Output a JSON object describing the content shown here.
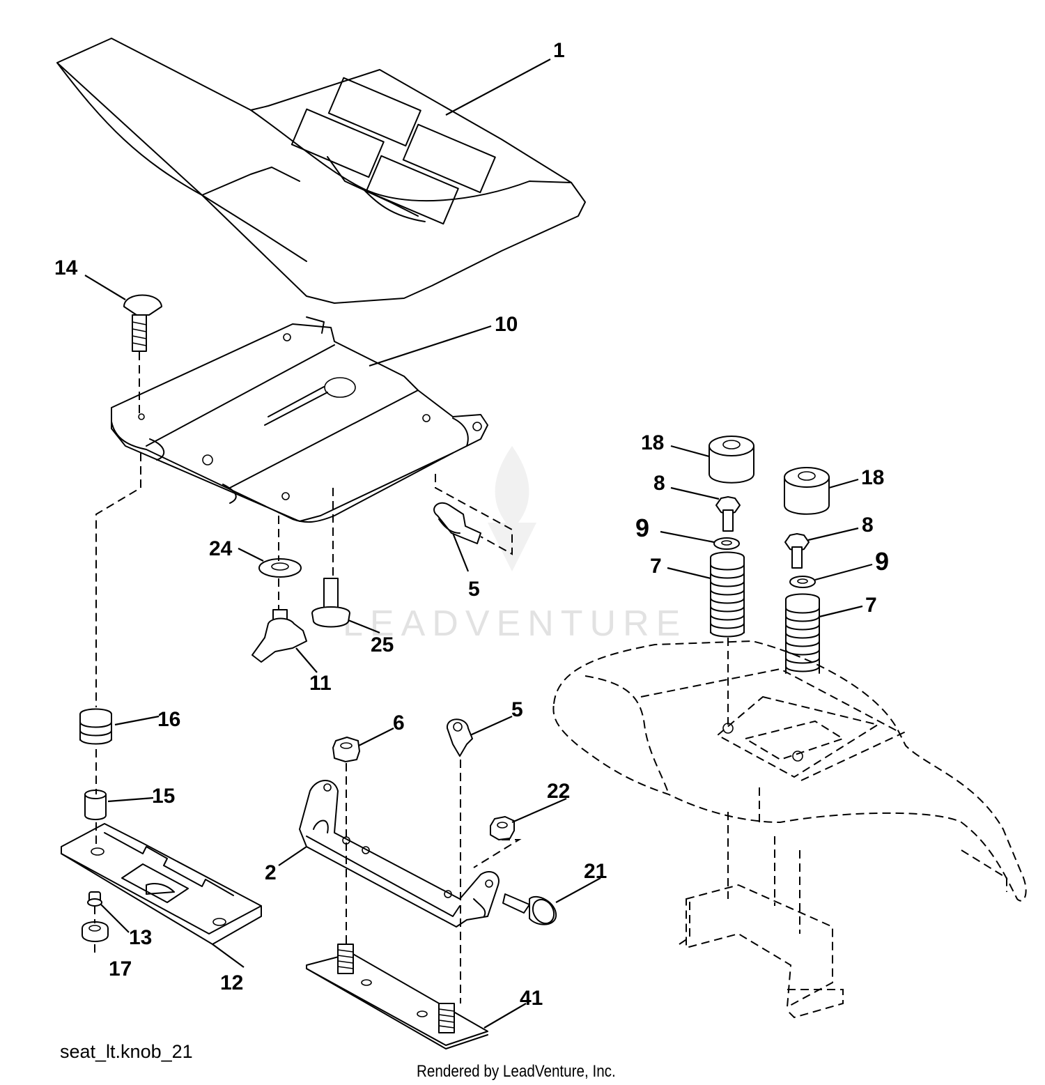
{
  "diagram": {
    "drawing_id": "seat_lt.knob_21",
    "credit": "Rendered by LeadVenture, Inc.",
    "watermark": "LEADVENTURE",
    "callouts": [
      {
        "part": "1",
        "label": "1"
      },
      {
        "part": "14",
        "label": "14"
      },
      {
        "part": "10",
        "label": "10"
      },
      {
        "part": "18",
        "label": "18"
      },
      {
        "part": "18",
        "label": "18"
      },
      {
        "part": "8",
        "label": "8"
      },
      {
        "part": "8",
        "label": "8"
      },
      {
        "part": "9",
        "label": "9"
      },
      {
        "part": "9",
        "label": "9"
      },
      {
        "part": "7",
        "label": "7"
      },
      {
        "part": "7",
        "label": "7"
      },
      {
        "part": "24",
        "label": "24"
      },
      {
        "part": "5",
        "label": "5"
      },
      {
        "part": "25",
        "label": "25"
      },
      {
        "part": "11",
        "label": "11"
      },
      {
        "part": "16",
        "label": "16"
      },
      {
        "part": "6",
        "label": "6"
      },
      {
        "part": "5",
        "label": "5"
      },
      {
        "part": "15",
        "label": "15"
      },
      {
        "part": "22",
        "label": "22"
      },
      {
        "part": "2",
        "label": "2"
      },
      {
        "part": "21",
        "label": "21"
      },
      {
        "part": "13",
        "label": "13"
      },
      {
        "part": "17",
        "label": "17"
      },
      {
        "part": "12",
        "label": "12"
      },
      {
        "part": "41",
        "label": "41"
      }
    ]
  }
}
